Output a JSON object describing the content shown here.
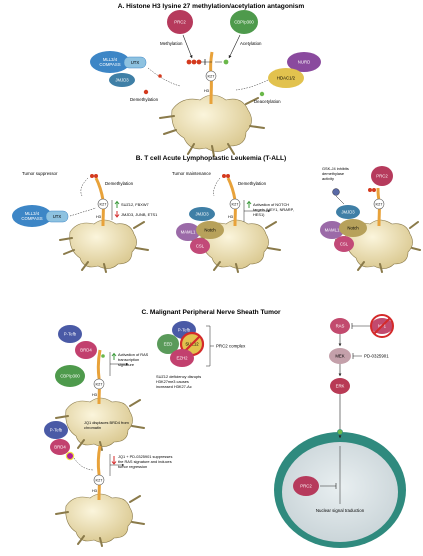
{
  "sectionA": {
    "title": "A. Histone H3 lysine 27 methylation/acetylation antagonism",
    "prc2": "PRC2",
    "cbp": "CBP/p300",
    "methylation": "Methylation",
    "acetylation": "Acetylation",
    "mll": [
      "MLL3/4",
      "COMPASS"
    ],
    "utx": "UTX",
    "jmjd3": "JMJD3",
    "nurd": "NURD",
    "hdac": "HDAC1/2",
    "k27": "K27",
    "h3": "H3",
    "demethylation": "Demethylation",
    "deacetylation": "Deacetylation"
  },
  "sectionB": {
    "title": "B. T cell Acute Lymphoplastic Leukemia (T-ALL)",
    "tumor_suppressor": "Tumor suppressor",
    "tumor_maintenance": "Tumor maintenance",
    "demethylation": "Demethylation",
    "mll": [
      "MLL3/4",
      "COMPASS"
    ],
    "utx": "UTX",
    "k27": "K27",
    "h3": "H3",
    "up_text": "SUZ12, FBXW7",
    "down_text": "JMJD3, JUNB, ETS1",
    "jmjd3": "JMJD3",
    "maml1": "MAML1",
    "notch": "Notch",
    "csl": "CSL",
    "activation_text": [
      "Activation of NOTCH",
      "targets (HEY1, NRARP,",
      "HES1)"
    ],
    "gsk": [
      "GSK-J4 inhibits",
      "demethylase",
      "activity"
    ],
    "prc2": "PRC2"
  },
  "sectionC": {
    "title": "C. Malignant Peripheral Nerve Sheath Tumor",
    "ptefb": "P-Tefb",
    "brd4": "BRD4",
    "cbp": "CBP/p300",
    "k27": "K27",
    "h3": "H3",
    "activation_ras": [
      "Activation of RAS",
      "transcription",
      "signature"
    ],
    "eed": "EED",
    "suz12": "SUZ12",
    "ezh2": "EZH2",
    "prc2_complex": "PRC2 complex",
    "suz12_text": [
      "SUZ12 deficiency disrupts",
      "H3K27me3 causes",
      "increased H3K27-Ac"
    ],
    "jq1_text": [
      "JQ1 displaces BRD4 from",
      "chromatin"
    ],
    "jq1_pd_text": [
      "JQ1 + PD-0325901 suppresses",
      "the RAS signature and induces",
      "tumor regression"
    ],
    "ras": "RAS",
    "nf1": "NF1",
    "mek": "MEK",
    "pd": "PD-0325901",
    "erk": "ERK",
    "prc2": "PRC2",
    "nuclear": "Nuclear signal traduction"
  },
  "colors": {
    "prc2": "#b63a5c",
    "cbp": "#4e9a4c",
    "mll": "#3d86c6",
    "jmjd3": "#3f7fa6",
    "nurd": "#8a4a9e",
    "hdac": "#e2c24e",
    "maml1": "#9b6aa8",
    "notch": "#b7a15b",
    "csl": "#c24a78",
    "brd4": "#c2406e",
    "ptefb": "#4a5aa6",
    "eed": "#5a9a5a",
    "ezh2": "#c2406e",
    "ras": "#c24a6e",
    "mek": "#c4a0aa",
    "erk": "#b83a55",
    "nucleus": "#2f8a7e",
    "nucleosome": "#f1e4b3",
    "tail": "#e8a23a",
    "methyl": "#d43a1e",
    "acetyl": "#6ab84a",
    "up": "#3a9a3a",
    "down": "#d42a2a"
  }
}
